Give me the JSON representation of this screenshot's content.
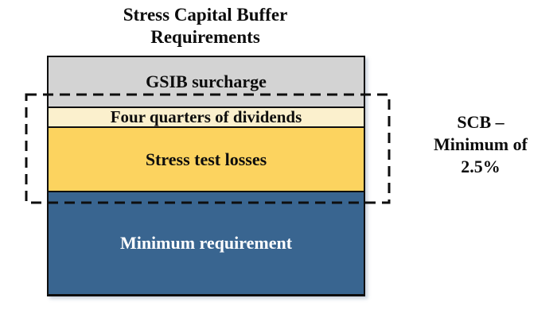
{
  "title": {
    "line1": "Stress Capital Buffer",
    "line2": "Requirements"
  },
  "stack": {
    "segments": [
      {
        "id": "gsib-surcharge",
        "label": "GSIB surcharge",
        "color": "#d3d3d3",
        "text_color": "#0d0d0d"
      },
      {
        "id": "quarter-dividends",
        "label": "Four quarters of dividends",
        "color": "#fbf0cd",
        "text_color": "#0d0d0d"
      },
      {
        "id": "stress-test-losses",
        "label": "Stress test losses",
        "color": "#fcd35f",
        "text_color": "#0d0d0d"
      },
      {
        "id": "minimum-requirement",
        "label": "Minimum requirement",
        "color": "#396590",
        "text_color": "#ffffff"
      }
    ],
    "border_color": "#0e0e0e"
  },
  "scb_bracket": {
    "style": "dashed-rectangle",
    "color": "#0e0e0e"
  },
  "scb_annotation": {
    "line1": "SCB –",
    "line2": "Minimum of",
    "line3": "2.5%"
  }
}
